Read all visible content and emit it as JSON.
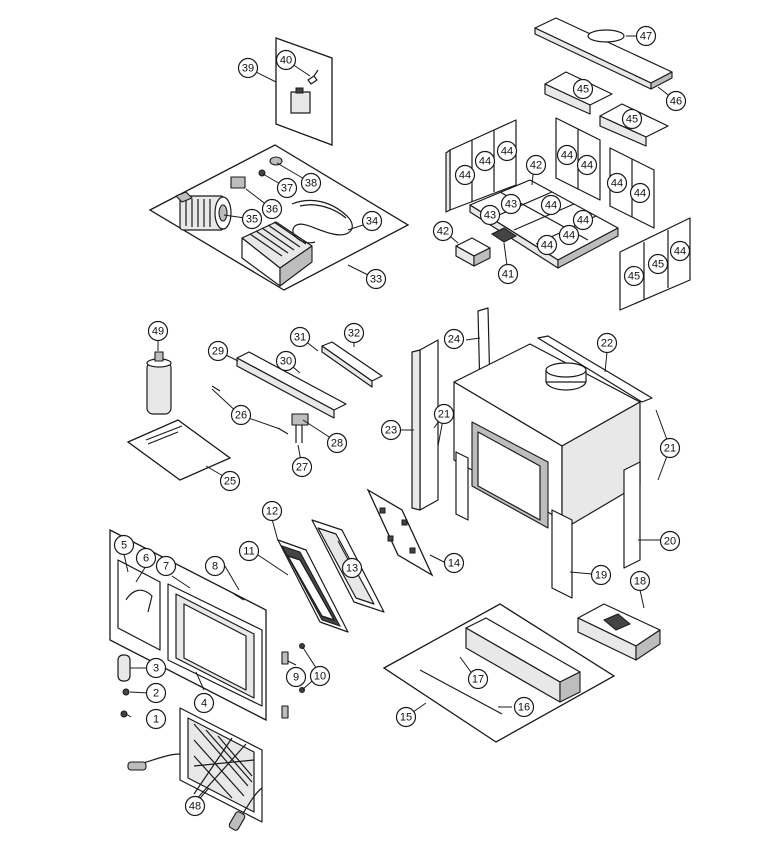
{
  "callouts": [
    {
      "label": "1"
    },
    {
      "label": "2"
    },
    {
      "label": "3"
    },
    {
      "label": "4"
    },
    {
      "label": "5"
    },
    {
      "label": "6"
    },
    {
      "label": "7"
    },
    {
      "label": "8"
    },
    {
      "label": "9"
    },
    {
      "label": "10"
    },
    {
      "label": "11"
    },
    {
      "label": "12"
    },
    {
      "label": "13"
    },
    {
      "label": "14"
    },
    {
      "label": "15"
    },
    {
      "label": "16"
    },
    {
      "label": "17"
    },
    {
      "label": "18"
    },
    {
      "label": "19"
    },
    {
      "label": "20"
    },
    {
      "label": "21"
    },
    {
      "label": "21"
    },
    {
      "label": "22"
    },
    {
      "label": "23"
    },
    {
      "label": "24"
    },
    {
      "label": "25"
    },
    {
      "label": "26"
    },
    {
      "label": "27"
    },
    {
      "label": "28"
    },
    {
      "label": "29"
    },
    {
      "label": "30"
    },
    {
      "label": "31"
    },
    {
      "label": "32"
    },
    {
      "label": "33"
    },
    {
      "label": "34"
    },
    {
      "label": "35"
    },
    {
      "label": "36"
    },
    {
      "label": "37"
    },
    {
      "label": "38"
    },
    {
      "label": "39"
    },
    {
      "label": "40"
    },
    {
      "label": "41"
    },
    {
      "label": "42"
    },
    {
      "label": "42"
    },
    {
      "label": "43"
    },
    {
      "label": "43"
    },
    {
      "label": "44"
    },
    {
      "label": "44"
    },
    {
      "label": "44"
    },
    {
      "label": "44"
    },
    {
      "label": "44"
    },
    {
      "label": "44"
    },
    {
      "label": "44"
    },
    {
      "label": "44"
    },
    {
      "label": "44"
    },
    {
      "label": "44"
    },
    {
      "label": "44"
    },
    {
      "label": "44"
    },
    {
      "label": "45"
    },
    {
      "label": "45"
    },
    {
      "label": "45"
    },
    {
      "label": "45"
    },
    {
      "label": "46"
    },
    {
      "label": "47"
    },
    {
      "label": "48"
    },
    {
      "label": "49"
    }
  ]
}
